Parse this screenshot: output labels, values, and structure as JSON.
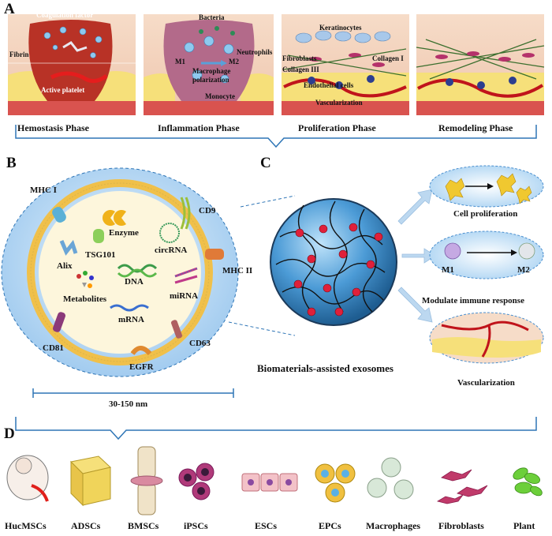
{
  "panels": {
    "a": "A",
    "b": "B",
    "c": "C",
    "d": "D"
  },
  "panel_a": {
    "phases": [
      "Hemostasis Phase",
      "Inflammation Phase",
      "Proliferation Phase",
      "Remodeling Phase"
    ],
    "hemostasis_labels": {
      "coagulation": "Coagulation factor",
      "fibrin": "Fibrin",
      "platelet": "Active platelet"
    },
    "inflammation_labels": {
      "bacteria": "Bacteria",
      "neutrophils": "Neutrophils",
      "m1": "M1",
      "m2": "M2",
      "macrophage": "Macrophage",
      "polarization": "polarization",
      "monocyte": "Monocyte"
    },
    "proliferation_labels": {
      "keratinocytes": "Keratinocytes",
      "fibroblasts": "Fibroblasts",
      "collagen1": "Collagen I",
      "collagen3": "Collagen III",
      "endothelial": "Endothelial cells",
      "vascularization": "Vascularization"
    }
  },
  "panel_b": {
    "molecules": {
      "mhc1": "MHC I",
      "cd9": "CD9",
      "enzyme": "Enzyme",
      "circrna": "circRNA",
      "alix": "Alix",
      "tsg101": "TSG101",
      "mhc2": "MHC II",
      "dna": "DNA",
      "metabolites": "Metabolites",
      "mirna": "miRNA",
      "mrna": "mRNA",
      "cd81": "CD81",
      "cd63": "CD63",
      "egfr": "EGFR"
    },
    "size_range": "30-150 nm"
  },
  "panel_c": {
    "caption": "Biomaterials-assisted exosomes",
    "effects": {
      "prolif": "Cell proliferation",
      "m1": "M1",
      "m2": "M2",
      "immune": "Modulate immune response",
      "vasc": "Vascularization"
    }
  },
  "panel_d": {
    "sources": [
      "HucMSCs",
      "ADSCs",
      "BMSCs",
      "iPSCs",
      "ESCs",
      "EPCs",
      "Macrophages",
      "Fibroblasts",
      "Plant"
    ]
  },
  "colors": {
    "skin_dermis": "#f2d6c4",
    "fat": "#f6e07a",
    "muscle": "#d9534f",
    "wound": "#c0392b",
    "exosome_blue": "#7fb7e6",
    "membrane_yellow": "#f5e27a",
    "bracket": "#2e75b6"
  }
}
